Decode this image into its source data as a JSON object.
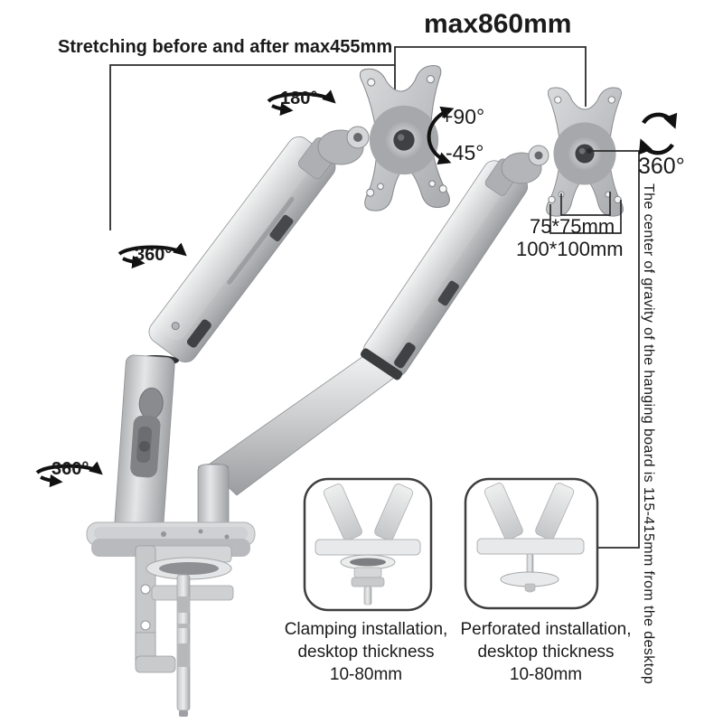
{
  "annotations": {
    "stretch_label": "Stretching before and after max455mm",
    "max_width_label": "max860mm",
    "swivel_label": "180°",
    "tilt_up_label": "+90°",
    "tilt_down_label": "-45°",
    "vesa_rotate_label": "360°",
    "vesa_small_label": "75*75mm",
    "vesa_large_label": "100*100mm",
    "arm_rotate_label": "360°",
    "base_rotate_label": "360°",
    "side_note": "The center of gravity of the hanging board is 115-415mm from the desktop"
  },
  "installation_options": [
    {
      "line1": "Clamping installation,",
      "line2": "desktop thickness",
      "line3": "10-80mm"
    },
    {
      "line1": "Perforated installation,",
      "line2": "desktop thickness",
      "line3": "10-80mm"
    }
  ],
  "colors": {
    "background": "#ffffff",
    "text": "#1b1b1c",
    "annotation_line": "#2b2b2b",
    "metal_silver": "#c9cacc",
    "metal_dark": "#8f9093"
  }
}
